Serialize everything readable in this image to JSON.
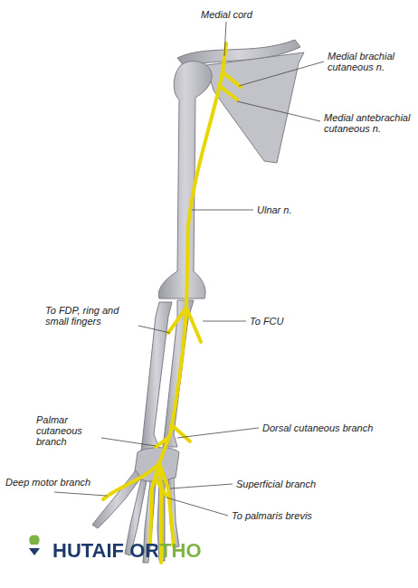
{
  "diagram": {
    "labels": [
      "Medial cord",
      "Medial brachial cutaneous n.",
      "Medial antebrachial cutaneous n.",
      "Ulnar n.",
      "To FDP, ring and small fingers",
      "To FCU",
      "Palmar cutaneous branch",
      "Dorsal cutaneous branch",
      "Deep motor branch",
      "Superficial branch",
      "To palmaris brevis",
      "HUTAIF ORTHO"
    ]
  }
}
